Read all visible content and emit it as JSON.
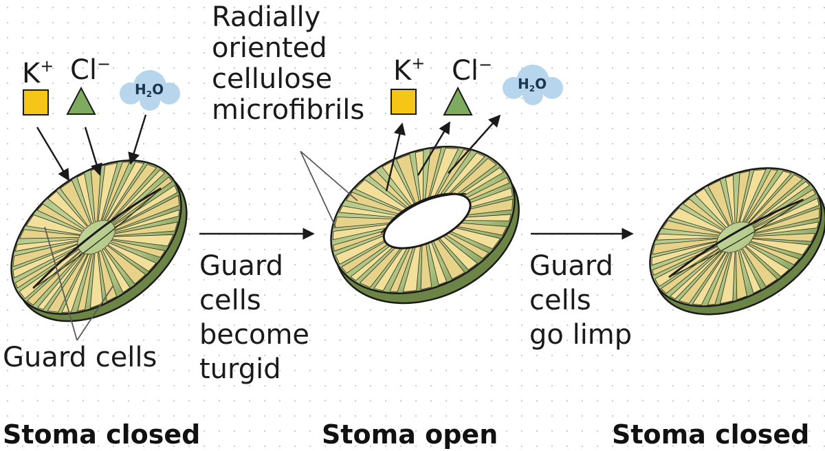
{
  "ions": {
    "potassium": {
      "base": "K",
      "charge": "+"
    },
    "chloride": {
      "base": "Cl",
      "charge": "−"
    },
    "water": {
      "h": "H",
      "sub": "2",
      "o": "O"
    }
  },
  "labels": {
    "radial_lines": [
      "Radially",
      "oriented",
      "cellulose",
      "microfibrils"
    ],
    "turgid_lines": [
      "Guard",
      "cells",
      "become",
      "turgid"
    ],
    "limp_lines": [
      "Guard",
      "cells",
      "go limp"
    ],
    "guard_cells": "Guard cells"
  },
  "captions": {
    "left": "Stoma closed",
    "middle": "Stoma open",
    "right": "Stoma closed"
  },
  "colors": {
    "cell_green": "#a9c07e",
    "fibril_yellow": "#f1df9a",
    "k_square": "#f5c518",
    "cl_triangle": "#7eab60",
    "water_blob": "#b7d6ee",
    "outline": "#1a1a1a"
  }
}
